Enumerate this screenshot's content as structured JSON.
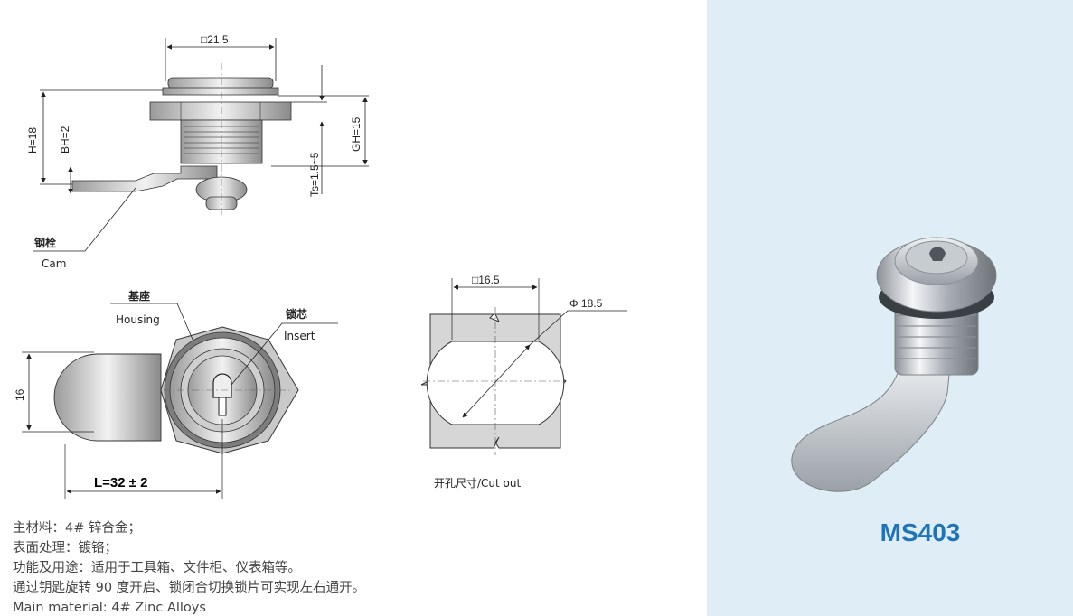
{
  "drawing": {
    "top_width": "□21.5",
    "h": "H=18",
    "bh": "BH=2",
    "gh": "GH=15",
    "ts": "Ts=1.5~5",
    "cam_cn": "钢栓",
    "cam_en": "Cam",
    "housing_cn": "基座",
    "housing_en": "Housing",
    "insert_cn": "锁芯",
    "insert_en": "Insert",
    "height_16": "16",
    "length": "L=32 ± 2",
    "cutout_square": "□16.5",
    "cutout_dia": "Φ 18.5",
    "cutout_caption": "开孔尺寸/Cut out"
  },
  "specs": [
    "主材料：4# 锌合金；",
    "表面处理：镀铬；",
    "功能及用途：适用于工具箱、文件柜、仪表箱等。",
    "通过钥匙旋转 90 度开启、锁闭合切换锁片可实现左右通开。",
    "Main material: 4# Zinc Alloys"
  ],
  "product": {
    "model": "MS403"
  },
  "colors": {
    "model_blue": "#1f73b8",
    "panel_bg": "#dfeef6"
  }
}
